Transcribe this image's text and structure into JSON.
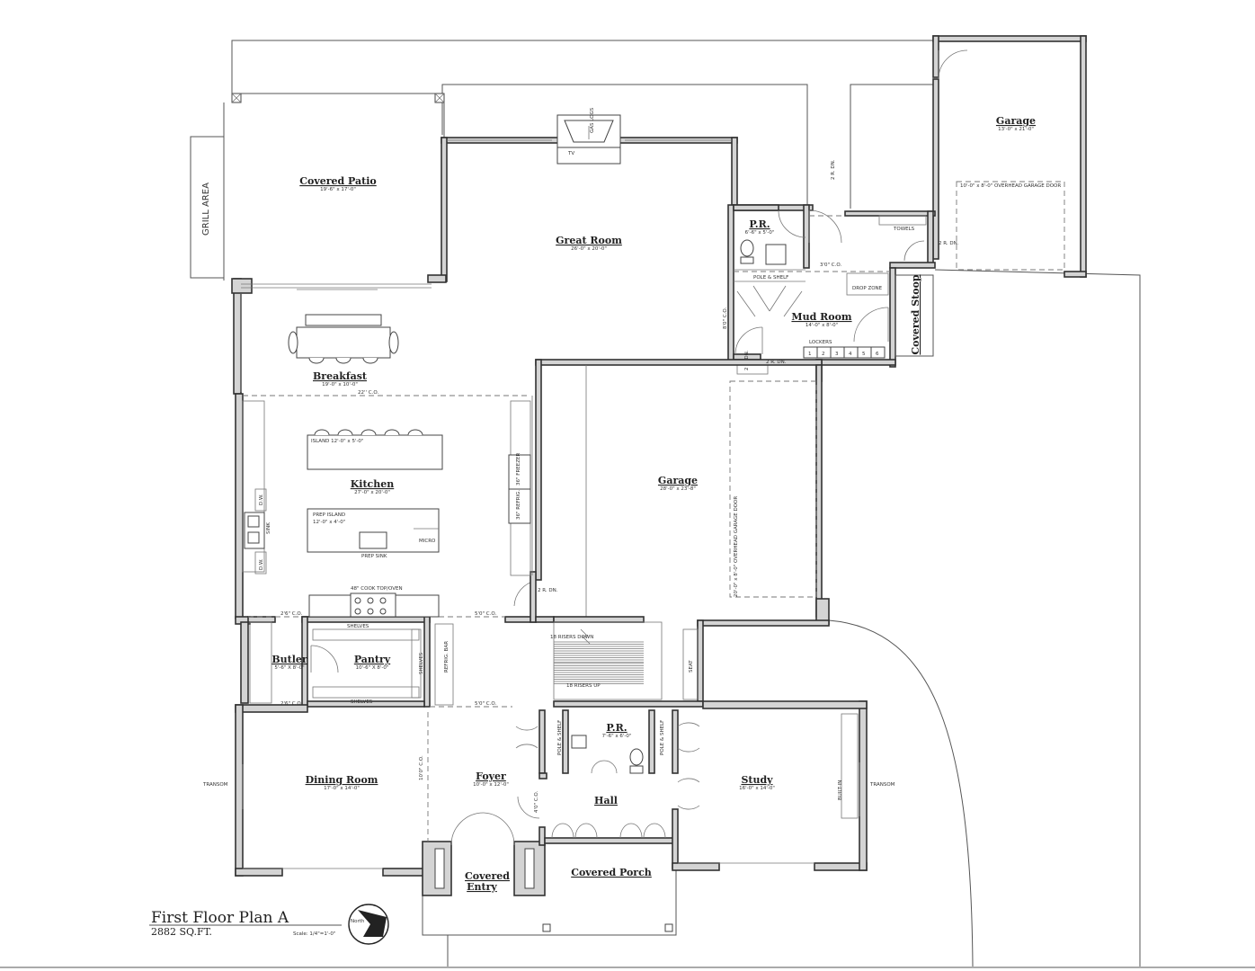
{
  "plan": {
    "title": "First Floor Plan A",
    "area": "2882 SQ.FT.",
    "scale": "Scale: 1/4\"=1'-0\"",
    "north": "North"
  },
  "rooms": {
    "covered_patio": {
      "name": "Covered Patio",
      "dim": "19'-6\" x 17'-0\""
    },
    "grill_area": {
      "name": "GRILL AREA"
    },
    "great_room": {
      "name": "Great Room",
      "dim": "26'-0\" x 20'-0\""
    },
    "garage_1": {
      "name": "Garage",
      "dim": "13'-0\" x 21'-0\""
    },
    "powder_1": {
      "name": "P.R.",
      "dim": "6'-6\" x 5'-0\""
    },
    "mud_room": {
      "name": "Mud Room",
      "dim": "14'-0\" x 8'-0\""
    },
    "covered_stoop": {
      "name": "Covered Stoop"
    },
    "breakfast": {
      "name": "Breakfast",
      "dim": "19'-0\" x 10'-0\""
    },
    "kitchen": {
      "name": "Kitchen",
      "dim": "27'-0\" x 20'-0\""
    },
    "garage_2": {
      "name": "Garage",
      "dim": "28'-0\" x 23'-8\""
    },
    "butler": {
      "name": "Butler",
      "dim": "5'-6\" X 8'-0\""
    },
    "pantry": {
      "name": "Pantry",
      "dim": "10'-6\" X 8'-0\""
    },
    "dining_room": {
      "name": "Dining Room",
      "dim": "17'-0\" x 14'-0\""
    },
    "foyer": {
      "name": "Foyer",
      "dim": "10'-0\" x 12'-0\""
    },
    "powder_2": {
      "name": "P.R.",
      "dim": "7'-6\" x 6'-0\""
    },
    "hall": {
      "name": "Hall"
    },
    "study": {
      "name": "Study",
      "dim": "16'-0\" x 14'-0\""
    },
    "covered_entry_1": {
      "name": "Covered"
    },
    "covered_entry_2": {
      "name": "Entry"
    },
    "covered_porch": {
      "name": "Covered Porch"
    }
  },
  "notes": {
    "overhead_door_small": "10'-0\" x 8'-0\" OVERHEAD GARAGE DOOR",
    "overhead_door_large": "20'-0\" x 8'-0\" OVERHEAD GARAGE DOOR",
    "island": "ISLAND 12'-0\" x 5'-0\"",
    "prep_island_1": "PREP ISLAND",
    "prep_island_2": "12'-0\" x 4'-0\"",
    "micro": "MICRO",
    "prep_sink": "PREP SINK",
    "cooktop": "48\" COOK TOP/OVEN",
    "refrig_36": "36\" REFRIG.",
    "freezer_36": "36\" FREEZER",
    "sink": "SINK",
    "dw_1": "D.W.",
    "dw_2": "D.W.",
    "co_22": "22'' C.O.",
    "co_2_a": "2'6\" C.O.",
    "co_5_a": "5'0\" C.O.",
    "co_2_b": "2'6\" C.O.",
    "co_5_b": "5'0\" C.O.",
    "co_3": "3'0\" C.O.",
    "co_8": "8'0\" C.O.",
    "co_10": "10'0\" C.O.",
    "co_4": "4'0\" C.O.",
    "shelves_top": "SHELVES",
    "shelves_bottom": "SHELVES",
    "shelves_side": "SHELVES",
    "refrig_bar": "REFRIG. BAR",
    "risers_down": "18 RISERS DOWN",
    "risers_up": "18 RISERS UP",
    "seat": "SEAT",
    "pole_shelf_1": "POLE & SHELF",
    "pole_shelf_2": "POLE & SHELF",
    "pole_shelf_3": "POLE & SHELF",
    "towels": "TOWELS",
    "drop_zone": "DROP ZONE",
    "lockers": "LOCKERS",
    "built_in": "BUILT-IN",
    "transom_1": "TRANSOM",
    "transom_2": "TRANSOM",
    "tv": "TV",
    "gas_logs": "GAS LOGS",
    "step_1": "2 R. DN.",
    "step_2": "2 R. DN.",
    "step_3": "2 R. DN.",
    "step_4": "2 R. DN.",
    "step_5": "2 R. DN."
  },
  "lockers": [
    "1",
    "2",
    "3",
    "4",
    "5",
    "6"
  ]
}
